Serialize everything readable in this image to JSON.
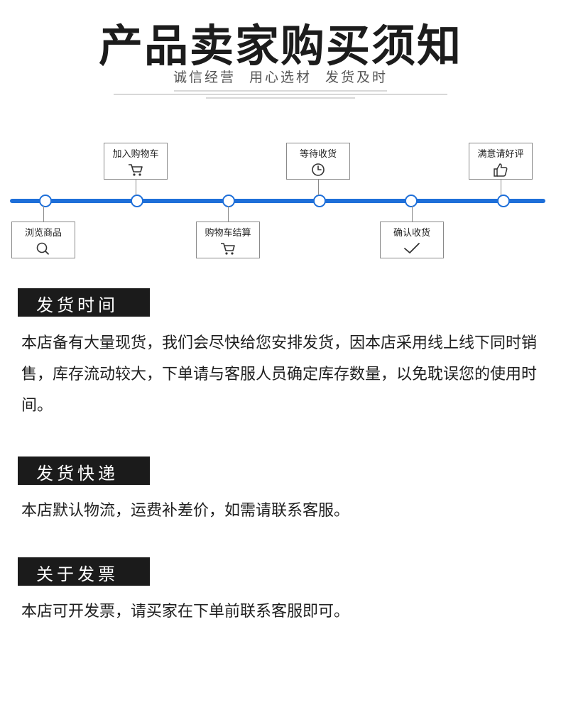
{
  "header": {
    "title": "产品卖家购买须知",
    "subtitle": "诚信经营 用心选材 发货及时"
  },
  "timeline": {
    "steps": [
      {
        "label": "浏览商品",
        "icon": "search-icon"
      },
      {
        "label": "加入购物车",
        "icon": "cart-icon"
      },
      {
        "label": "购物车结算",
        "icon": "cart-icon"
      },
      {
        "label": "等待收货",
        "icon": "clock-icon"
      },
      {
        "label": "确认收货",
        "icon": "checkmark-icon"
      },
      {
        "label": "满意请好评",
        "icon": "thumbs-up-icon"
      }
    ],
    "line_color": "#1e6fd9"
  },
  "sections": [
    {
      "heading": "发货时间",
      "text": "本店备有大量现货，我们会尽快给您安排发货，因本店采用线上线下同时销售，库存流动较大，下单请与客服人员确定库存数量，以免耽误您的使用时间。"
    },
    {
      "heading": "发货快递",
      "text": "本店默认物流，运费补差价，如需请联系客服。"
    },
    {
      "heading": "关于发票",
      "text": "本店可开发票，请买家在下单前联系客服即可。"
    }
  ]
}
